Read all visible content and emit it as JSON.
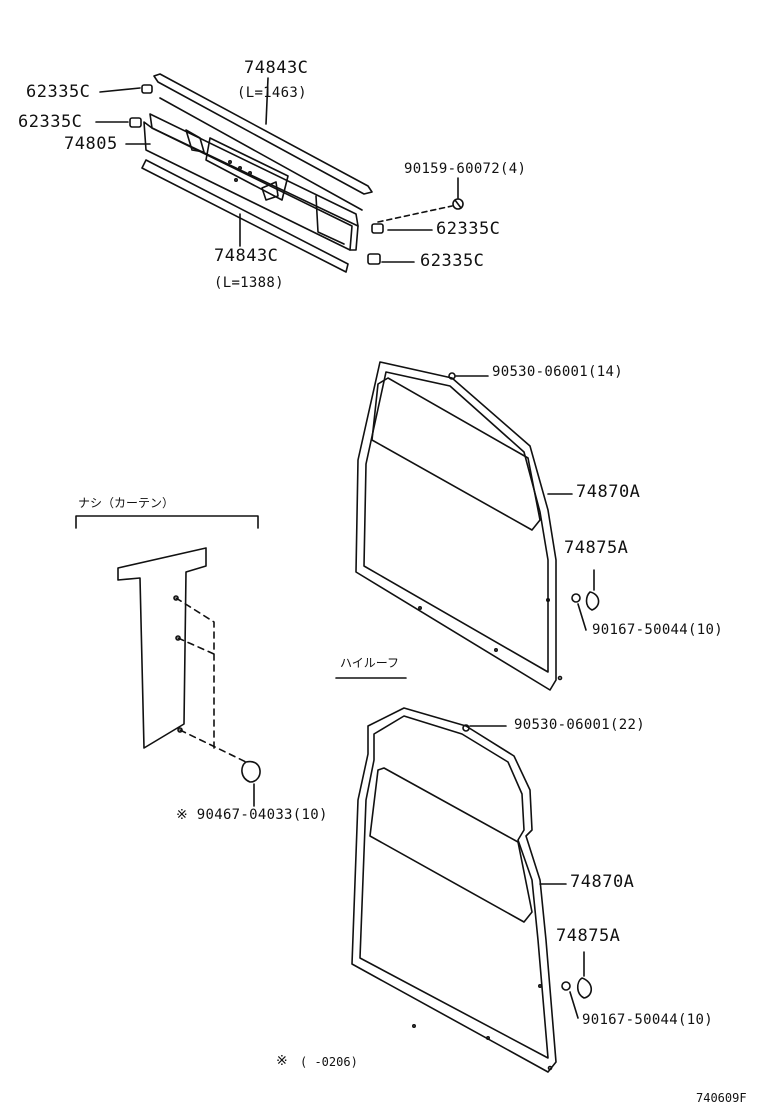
{
  "labels": {
    "rod_top_part": "74843C",
    "rod_top_length": "(L=1463)",
    "clip_a": "62335C",
    "clip_b": "62335C",
    "rail": "74805",
    "screw_top": "90159-60072(4)",
    "clip_c": "62335C",
    "clip_d": "62335C",
    "rod_bottom_part": "74843C",
    "rod_bottom_length": "(L=1388)",
    "clip_upper_1": "90530-06001(14)",
    "board_upper": "74870A",
    "hook_upper": "74875A",
    "screw_upper": "90167-50044(10)",
    "none_curtain": "ナシ（カーテン）",
    "high_roof": "ハイルーフ",
    "clip_lower_1": "90530-06001(22)",
    "board_lower": "74870A",
    "hook_lower": "74875A",
    "screw_lower": "90167-50044(10)",
    "rivet": "※ 90467-04033(10)",
    "footnote_mark": "※",
    "footnote_text": "(      -0206)",
    "figure_code": "740609F"
  }
}
